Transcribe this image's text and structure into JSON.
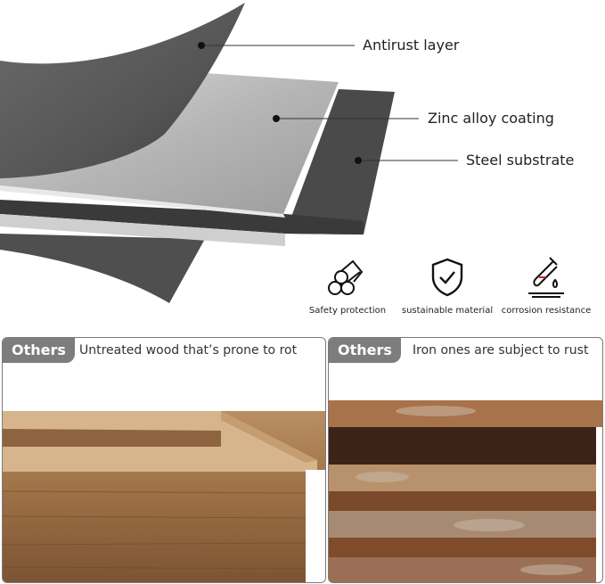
{
  "layers": {
    "antirust": "Antirust layer",
    "zinc": "Zinc alloy coating",
    "steel": "Steel substrate"
  },
  "features": [
    {
      "label": "Safety protection",
      "icon": "logs-icon"
    },
    {
      "label": "sustainable material",
      "icon": "shield-check-icon"
    },
    {
      "label": "corrosion resistance",
      "icon": "test-tube-drop-icon"
    }
  ],
  "comparisons": [
    {
      "tag": "Others",
      "caption": "Untreated wood  that’s prone to rot"
    },
    {
      "tag": "Others",
      "caption": "Iron ones are subject to rust"
    }
  ],
  "colors": {
    "antirust": "#5a5a5a",
    "zinc": "#bdbdbd",
    "steel": "#4a4a4a",
    "tag_bg": "#7d7d7d"
  }
}
